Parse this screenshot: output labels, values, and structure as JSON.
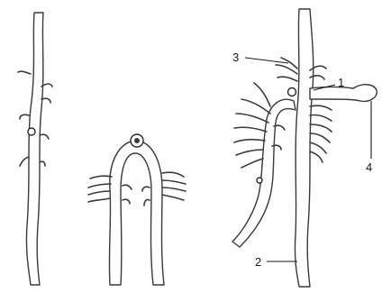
{
  "callouts": {
    "c1": "1",
    "c2": "2",
    "c3": "3",
    "c4": "4"
  },
  "colors": {
    "stroke": "#3a3a3a",
    "background": "#ffffff"
  }
}
